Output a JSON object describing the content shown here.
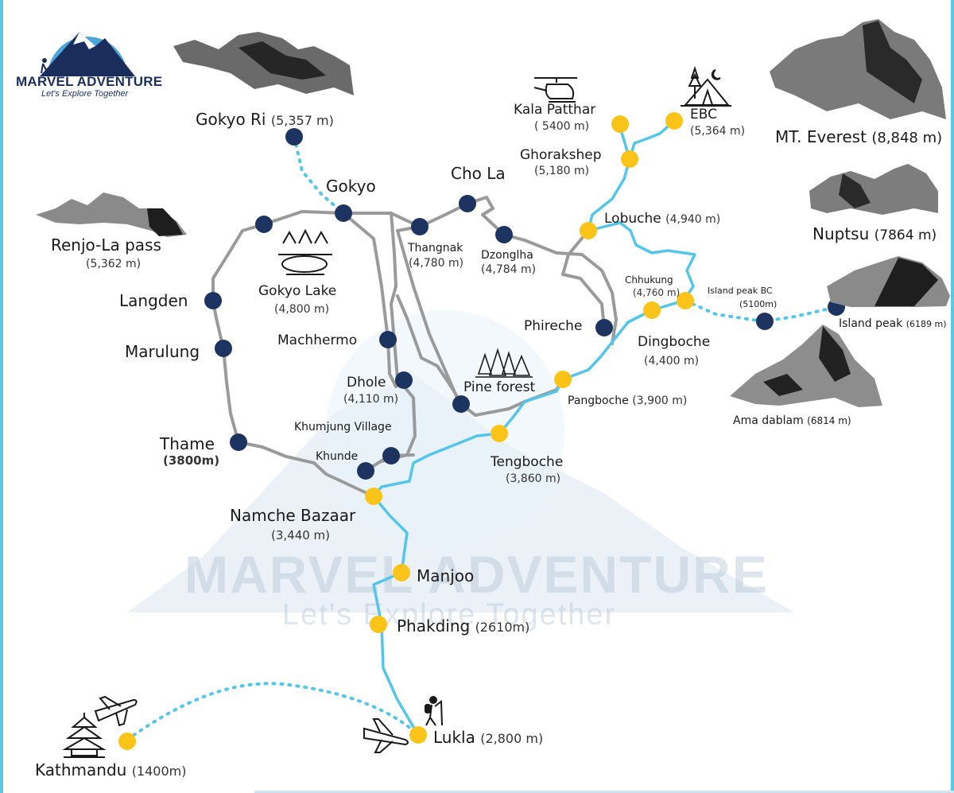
{
  "brand": {
    "name": "MARVEL ADVENTURE",
    "tagline": "Let's Explore Together",
    "watermark_title": "MARVEL ADVENTURE",
    "watermark_tagline": "Let's Explore Together"
  },
  "colors": {
    "route_blue": "#54c6ea",
    "stop_yellow": "#fcc419",
    "stop_navy": "#1d3461",
    "alt_route_gray": "#9a9a9a",
    "logo_navy": "#1b2e5b"
  },
  "places": {
    "gokyo_ri": {
      "name": "Gokyo Ri",
      "alt": "(5,357 m)"
    },
    "gokyo": {
      "name": "Gokyo"
    },
    "cho_la": {
      "name": "Cho La"
    },
    "thangnak": {
      "name": "Thangnak",
      "alt": "(4,780 m)"
    },
    "dzonglha": {
      "name": "Dzonglha",
      "alt": "(4,784 m)"
    },
    "kala_patthar": {
      "name": "Kala Patthar",
      "alt": "( 5400 m)"
    },
    "ebc": {
      "name": "EBC",
      "alt": "(5,364 m)"
    },
    "ghorakshep": {
      "name": "Ghorakshep",
      "alt": "(5,180 m)"
    },
    "lobuche": {
      "name": "Lobuche",
      "alt": "(4,940 m)"
    },
    "renjo_la": {
      "name": "Renjo-La pass",
      "alt": "(5,362 m)"
    },
    "gokyo_lake": {
      "name": "Gokyo Lake",
      "alt": "(4,800 m)"
    },
    "langden": {
      "name": "Langden"
    },
    "marulung": {
      "name": "Marulung"
    },
    "machhermo": {
      "name": "Machhermo"
    },
    "phireche": {
      "name": "Phireche"
    },
    "chhukung": {
      "name": "Chhukung",
      "alt": "(4,760 m)"
    },
    "island_peak_bc": {
      "name": "Island peak BC",
      "alt": "(5100m)"
    },
    "island_peak": {
      "name": "Island peak",
      "alt": "(6189 m)"
    },
    "dingboche": {
      "name": "Dingboche",
      "alt": "(4,400 m)"
    },
    "dhole": {
      "name": "Dhole",
      "alt": "(4,110 m)"
    },
    "pine_forest": {
      "name": "Pine forest"
    },
    "pangboche": {
      "name": "Pangboche",
      "alt": "(3,900 m)"
    },
    "khumjung": {
      "name": "Khumjung Village"
    },
    "khunde": {
      "name": "Khunde"
    },
    "thame": {
      "name": "Thame",
      "alt": "(3800m)"
    },
    "tengboche": {
      "name": "Tengboche",
      "alt": "(3,860 m)"
    },
    "namche": {
      "name": "Namche Bazaar",
      "alt": "(3,440 m)"
    },
    "manjoo": {
      "name": "Manjoo"
    },
    "phakding": {
      "name": "Phakding",
      "alt": "(2610m)"
    },
    "lukla": {
      "name": "Lukla",
      "alt": "(2,800 m)"
    },
    "kathmandu": {
      "name": "Kathmandu",
      "alt": "(1400m)"
    }
  },
  "mountains": {
    "everest": {
      "name": "MT. Everest",
      "alt": "(8,848 m)"
    },
    "nuptsu": {
      "name": "Nuptsu",
      "alt": "(7864 m)"
    },
    "ama_dablam": {
      "name": "Ama dablam",
      "alt": "(6814 m)"
    }
  },
  "icons": {
    "logo": "mountain-logo-icon",
    "helicopter": "helicopter-icon",
    "camp": "tent-camp-icon",
    "lake": "lake-icon",
    "forest": "pine-trees-icon",
    "hiker": "hiker-icon",
    "plane": "airplane-icon",
    "temple": "pagoda-temple-icon",
    "peak": "mountain-peak-icon"
  }
}
